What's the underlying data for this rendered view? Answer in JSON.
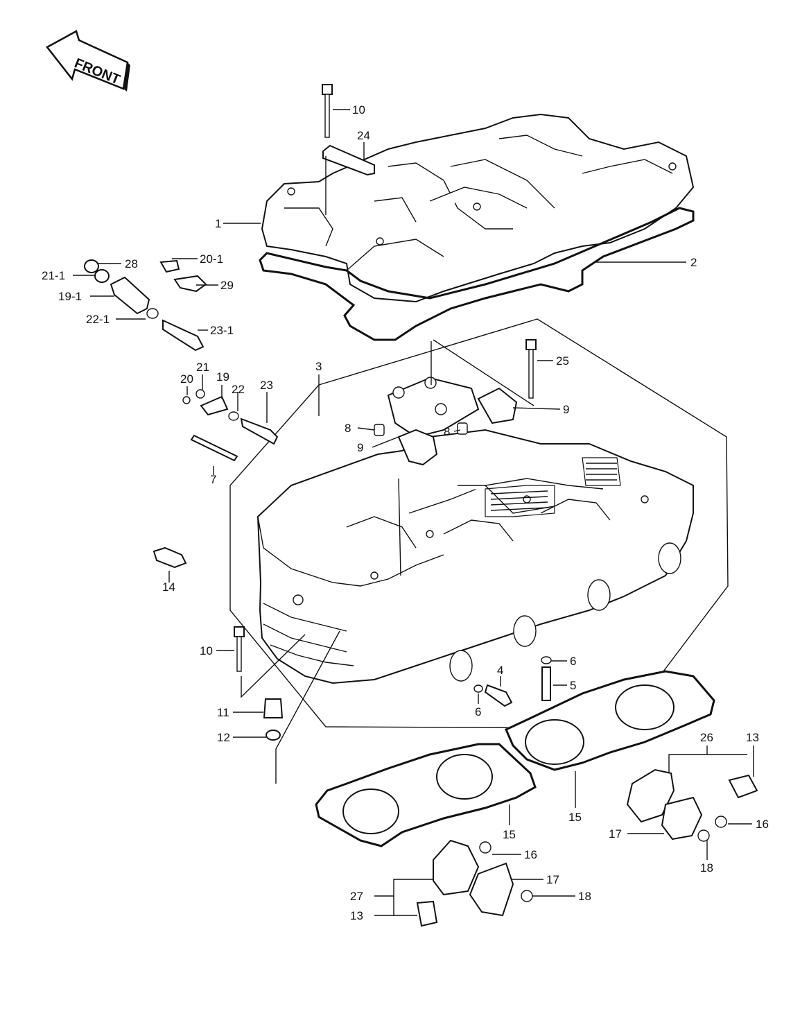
{
  "front_badge": "FRONT",
  "callouts": [
    {
      "id": "c10a",
      "text": "10"
    },
    {
      "id": "c24",
      "text": "24"
    },
    {
      "id": "c1",
      "text": "1"
    },
    {
      "id": "c2",
      "text": "2"
    },
    {
      "id": "c28",
      "text": "28"
    },
    {
      "id": "c21-1",
      "text": "21-1"
    },
    {
      "id": "c19-1",
      "text": "19-1"
    },
    {
      "id": "c22-1",
      "text": "22-1"
    },
    {
      "id": "c20-1",
      "text": "20-1"
    },
    {
      "id": "c29",
      "text": "29"
    },
    {
      "id": "c23-1",
      "text": "23-1"
    },
    {
      "id": "c3",
      "text": "3"
    },
    {
      "id": "c25",
      "text": "25"
    },
    {
      "id": "c20",
      "text": "20"
    },
    {
      "id": "c21",
      "text": "21"
    },
    {
      "id": "c19",
      "text": "19"
    },
    {
      "id": "c22",
      "text": "22"
    },
    {
      "id": "c23",
      "text": "23"
    },
    {
      "id": "c9a",
      "text": "9"
    },
    {
      "id": "c8a",
      "text": "8"
    },
    {
      "id": "c8b",
      "text": "8"
    },
    {
      "id": "c9b",
      "text": "9"
    },
    {
      "id": "c7",
      "text": "7"
    },
    {
      "id": "c14",
      "text": "14"
    },
    {
      "id": "c10b",
      "text": "10"
    },
    {
      "id": "c6a",
      "text": "6"
    },
    {
      "id": "c4",
      "text": "4"
    },
    {
      "id": "c5",
      "text": "5"
    },
    {
      "id": "c6b",
      "text": "6"
    },
    {
      "id": "c11",
      "text": "11"
    },
    {
      "id": "c12",
      "text": "12"
    },
    {
      "id": "c26",
      "text": "26"
    },
    {
      "id": "c13a",
      "text": "13"
    },
    {
      "id": "c15a",
      "text": "15"
    },
    {
      "id": "c15b",
      "text": "15"
    },
    {
      "id": "c16a",
      "text": "16"
    },
    {
      "id": "c17a",
      "text": "17"
    },
    {
      "id": "c18a",
      "text": "18"
    },
    {
      "id": "c16b",
      "text": "16"
    },
    {
      "id": "c17b",
      "text": "17"
    },
    {
      "id": "c27",
      "text": "27"
    },
    {
      "id": "c18b",
      "text": "18"
    },
    {
      "id": "c13b",
      "text": "13"
    }
  ]
}
